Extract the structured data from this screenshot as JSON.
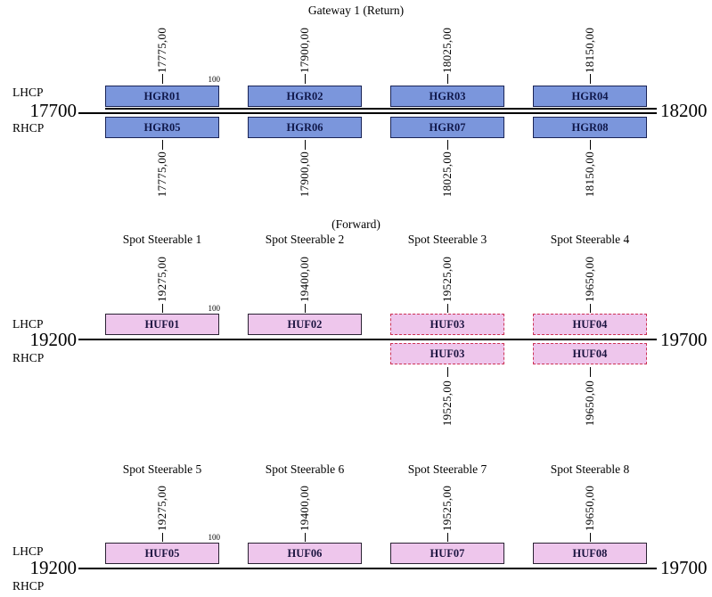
{
  "diagram": {
    "colors": {
      "channel_blue_fill": "#7b96dc",
      "channel_blue_border": "#1a2456",
      "channel_pink_fill": "#eec6ec",
      "channel_pink_border": "#2a2233",
      "dashed_border": "#cc3355"
    },
    "return": {
      "title": "Gateway 1 (Return)",
      "pol_top": "LHCP",
      "pol_bottom": "RHCP",
      "band_start": "17700",
      "band_end": "18200",
      "bandwidth": "100",
      "cols": [
        {
          "freq_top": "17775,00",
          "freq_bottom": "17775,00",
          "ch_top": "HGR01",
          "ch_bottom": "HGR05"
        },
        {
          "freq_top": "17900,00",
          "freq_bottom": "17900,00",
          "ch_top": "HGR02",
          "ch_bottom": "HGR06"
        },
        {
          "freq_top": "18025,00",
          "freq_bottom": "18025,00",
          "ch_top": "HGR03",
          "ch_bottom": "HGR07"
        },
        {
          "freq_top": "18150,00",
          "freq_bottom": "18150,00",
          "ch_top": "HGR04",
          "ch_bottom": "HGR08"
        }
      ]
    },
    "forward_mid": {
      "subtitle": "(Forward)",
      "pol_top": "LHCP",
      "pol_bottom": "RHCP",
      "band_start": "19200",
      "band_end": "19700",
      "bandwidth": "100",
      "cols": [
        {
          "header": "Spot Steerable 1",
          "freq_top": "19275,00",
          "ch_top": "HUF01"
        },
        {
          "header": "Spot Steerable 2",
          "freq_top": "19400,00",
          "ch_top": "HUF02"
        },
        {
          "header": "Spot Steerable 3",
          "freq_top": "19525,00",
          "ch_top": "HUF03",
          "ch_bottom": "HUF03",
          "freq_bottom": "19525,00"
        },
        {
          "header": "Spot Steerable 4",
          "freq_top": "19650,00",
          "ch_top": "HUF04",
          "ch_bottom": "HUF04",
          "freq_bottom": "19650,00"
        }
      ]
    },
    "forward_bottom": {
      "pol_top": "LHCP",
      "pol_bottom": "RHCP",
      "band_start": "19200",
      "band_end": "19700",
      "bandwidth": "100",
      "cols": [
        {
          "header": "Spot Steerable 5",
          "freq_top": "19275,00",
          "ch_top": "HUF05"
        },
        {
          "header": "Spot Steerable 6",
          "freq_top": "19400,00",
          "ch_top": "HUF06"
        },
        {
          "header": "Spot Steerable 7",
          "freq_top": "19525,00",
          "ch_top": "HUF07"
        },
        {
          "header": "Spot Steerable 8",
          "freq_top": "19650,00",
          "ch_top": "HUF08"
        }
      ]
    }
  }
}
